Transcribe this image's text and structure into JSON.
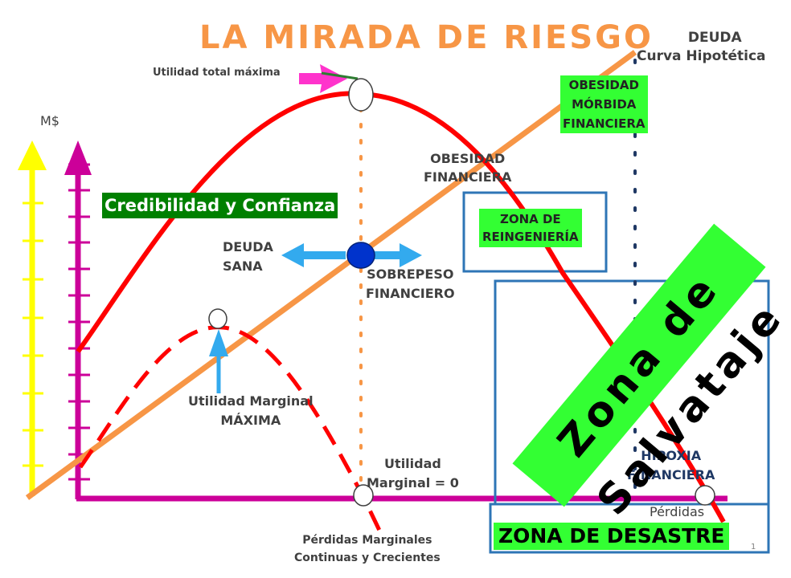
{
  "title": "LA MIRADA DE RIESGO",
  "y_axis_label": "M$",
  "labels": {
    "deuda_curva_line1": "DEUDA",
    "deuda_curva_line2": "Curva Hipotética",
    "utilidad_total_maxima": "Utilidad total máxima",
    "obesidad_morbida_line1": "OBESIDAD",
    "obesidad_morbida_line2": "MÓRBIDA",
    "obesidad_morbida_line3": "FINANCIERA",
    "obesidad_line1": "OBESIDAD",
    "obesidad_line2": "FINANCIERA",
    "credibilidad": "Credibilidad y Confianza",
    "zona_reingenieria_line1": "ZONA  DE",
    "zona_reingenieria_line2": "REINGENIERÍA",
    "deuda_sana_line1": "DEUDA",
    "deuda_sana_line2": "SANA",
    "sobrepeso_line1": "SOBREPESO",
    "sobrepeso_line2": "FINANCIERO",
    "utilidad_marginal_max_line1": "Utilidad Marginal",
    "utilidad_marginal_max_line2": "MÁXIMA",
    "utilidad_marginal_cero_line1": "Utilidad",
    "utilidad_marginal_cero_line2": "Marginal = 0",
    "hipoxia_line1": "HIPOXIA",
    "hipoxia_line2": "FINANCIERA",
    "perdidas": "Pérdidas",
    "perdidas_marginales_line1": "Pérdidas Marginales",
    "perdidas_marginales_line2": "Continuas y Crecientes",
    "zona_salvataje": "Zona  de  Salvataje",
    "zona_desastre": "ZONA  DE  DESASTRE",
    "page_number": "1"
  },
  "colors": {
    "title": "#f79646",
    "debt_line": "#f79646",
    "total_curve": "#ff0000",
    "marginal_curve": "#ff0000",
    "axis_magenta": "#cc0099",
    "axis_yellow": "#ffff00",
    "zone_box": "#2e75b6",
    "highlight_green": "#33ff33",
    "highlight_dark_green": "#008000",
    "arrow_blue": "#33aaee",
    "arrow_pink": "#ff33cc",
    "point_blue": "#0033cc",
    "dark_dotted": "#1f3864"
  }
}
